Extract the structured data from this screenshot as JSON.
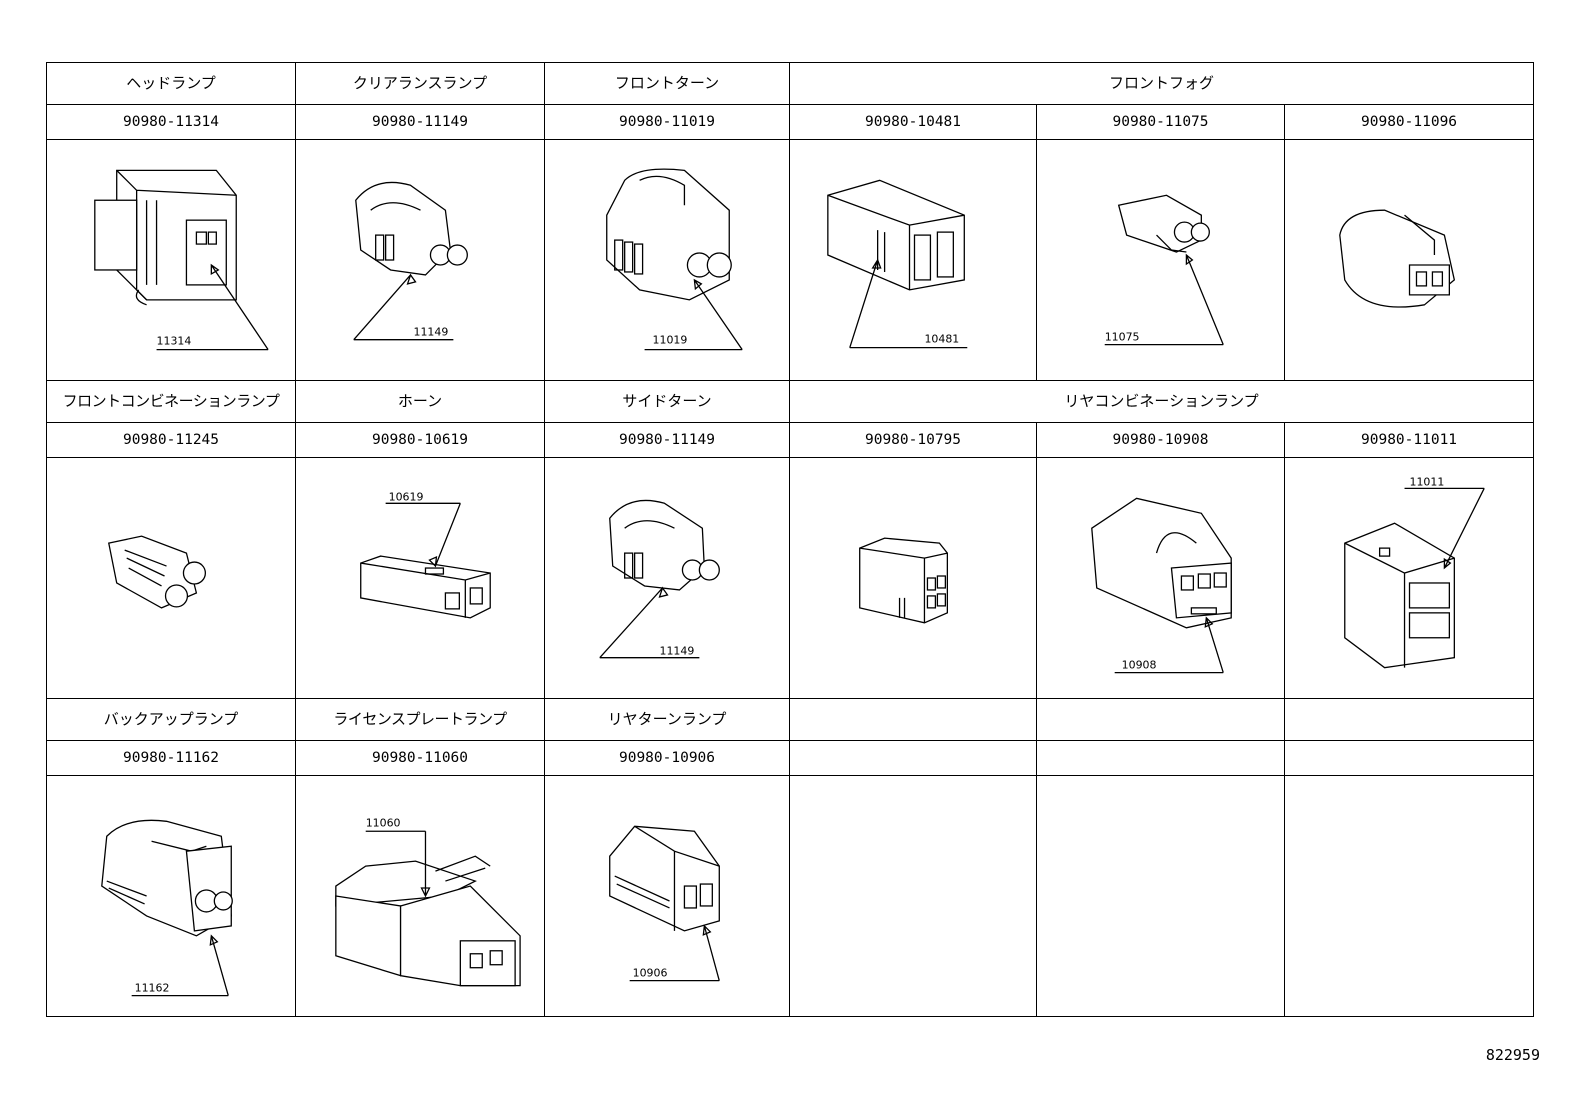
{
  "rows": [
    {
      "labels": [
        "ヘッドランプ",
        "クリアランスランプ",
        "フロントターン",
        "フロントフォグ"
      ],
      "parts": [
        "90980-11314",
        "90980-11149",
        "90980-11019",
        "90980-10481",
        "90980-11075",
        "90980-11096"
      ],
      "callouts": [
        "11314",
        "11149",
        "11019",
        "10481",
        "11075",
        ""
      ]
    },
    {
      "labels": [
        "フロントコンビネーションランプ",
        "ホーン",
        "サイドターン",
        "リヤコンビネーションランプ"
      ],
      "parts": [
        "90980-11245",
        "90980-10619",
        "90980-11149",
        "90980-10795",
        "90980-10908",
        "90980-11011"
      ],
      "callouts": [
        "",
        "10619",
        "11149",
        "",
        "10908",
        "11011"
      ]
    },
    {
      "labels": [
        "バックアップランプ",
        "ライセンスプレートランプ",
        "リヤターンランプ",
        "",
        "",
        ""
      ],
      "parts": [
        "90980-11162",
        "90980-11060",
        "90980-10906",
        "",
        "",
        ""
      ],
      "callouts": [
        "11162",
        "11060",
        "10906",
        "",
        "",
        ""
      ]
    }
  ],
  "drawing_code": "822959"
}
